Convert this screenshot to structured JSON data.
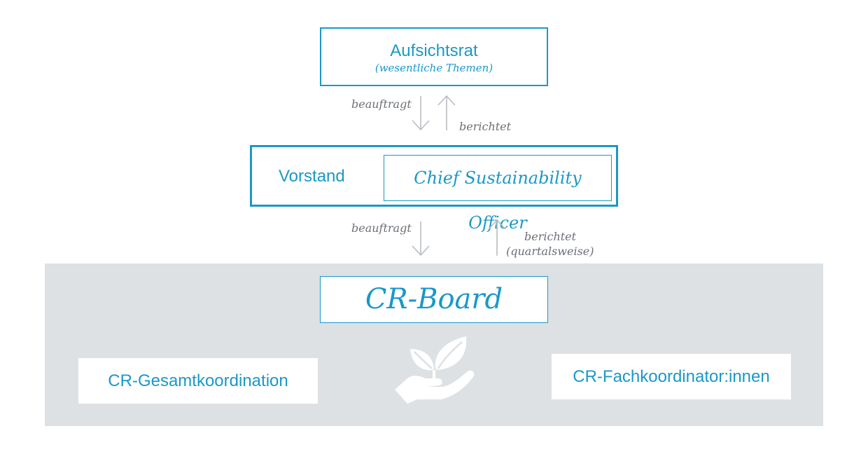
{
  "aufsichtsrat": {
    "title": "Aufsichtsrat",
    "subtitle": "(wesentliche Themen)"
  },
  "flow_top": {
    "down_label": "beauftragt",
    "up_label": "berichtet"
  },
  "vorstand": {
    "label": "Vorstand",
    "cso": "Chief Sustainability Officer"
  },
  "flow_bottom": {
    "down_label": "beauftragt",
    "up_label_line1": "berichtet",
    "up_label_line2": "(quartalsweise)"
  },
  "cr_board": {
    "title": "CR-Board"
  },
  "cr_gesamt": {
    "label": "CR-Gesamtkoordination"
  },
  "cr_fach": {
    "label": "CR-Fachkoordinator:innen"
  },
  "icons": {
    "sustainability": "hand-with-leaves-icon",
    "arrow_down": "arrow-down-icon",
    "arrow_up": "arrow-up-icon"
  },
  "colors": {
    "accent": "#1a98c8",
    "band": "#dde1e4",
    "arrow": "#b9bdc1",
    "label": "#6b7076"
  }
}
